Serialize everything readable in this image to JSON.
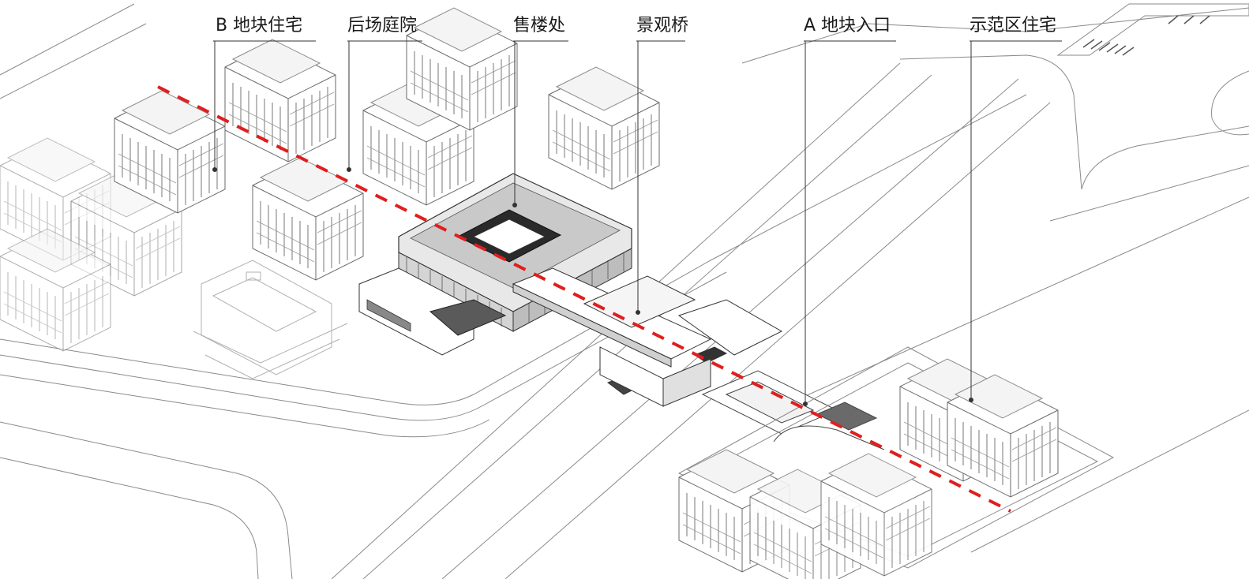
{
  "labels": {
    "b_block_residence": "B 地块住宅",
    "rear_courtyard": "后场庭院",
    "sales_office": "售楼处",
    "landscape_bridge": "景观桥",
    "a_block_entrance": "A 地块入口",
    "demo_area_residence": "示范区住宅"
  },
  "colors": {
    "line": "#4a4a4a",
    "light_line": "#9a9a9a",
    "axis_dash": "#e01e1e",
    "background": "#ffffff"
  }
}
